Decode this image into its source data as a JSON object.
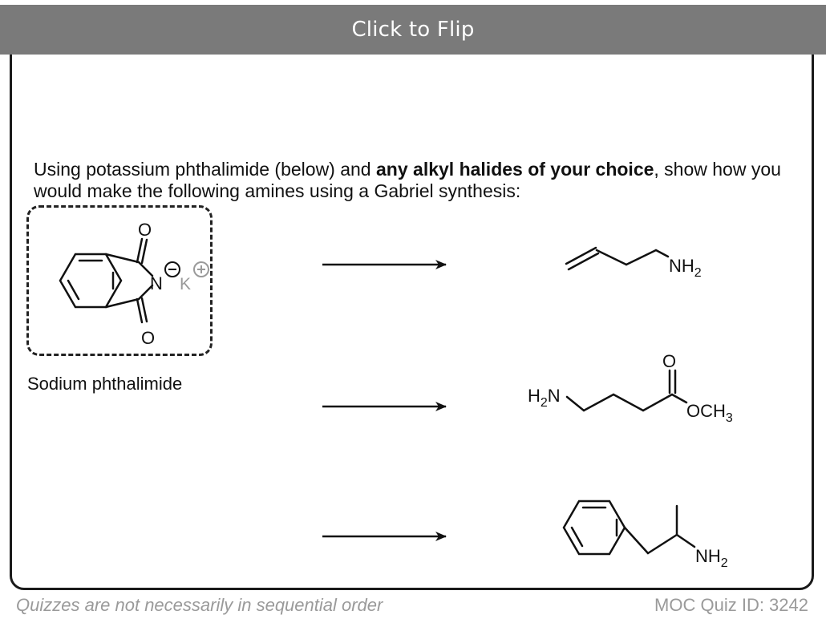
{
  "flip_button": {
    "label": "Click to Flip"
  },
  "question": {
    "part1": "Using potassium phthalimide (below) and ",
    "bold": "any alkyl halides of your choice",
    "part2": ", show how you would make the following amines using a Gabriel synthesis:"
  },
  "reagent": {
    "label": "Sodium phthalimide",
    "atoms": {
      "o_top": "O",
      "o_bottom": "O",
      "n": "N",
      "k": "K"
    }
  },
  "targets": [
    {
      "amine": "NH",
      "sub": "2"
    },
    {
      "amine_left": "H",
      "sub_left": "2",
      "amine_left_n": "N",
      "carbonyl_o": "O",
      "ester": "OCH",
      "ester_sub": "3"
    },
    {
      "amine": "NH",
      "sub": "2"
    }
  ],
  "footer": {
    "note": "Quizzes are not necessarily in sequential order",
    "quiz_id": "MOC Quiz ID: 3242"
  },
  "colors": {
    "bar": "#7a7a7a",
    "border": "#1a1a1a",
    "footer_text": "#9a9a9a",
    "cation": "#9a9a9a"
  }
}
